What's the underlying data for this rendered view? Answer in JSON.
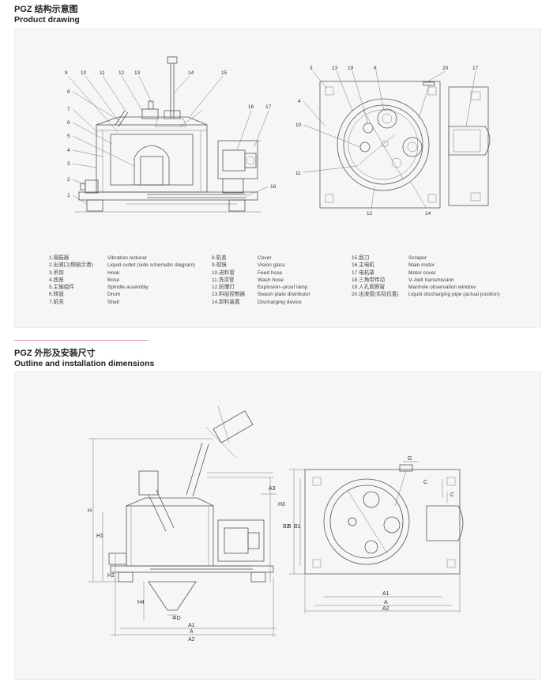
{
  "section1": {
    "title_cn": "PGZ 结构示意图",
    "title_en": "Product drawing"
  },
  "section2": {
    "title_cn": "PGZ 外形及安装尺寸",
    "title_en": "Outline and installation dimensions"
  },
  "front_view_numbers": [
    "1",
    "2",
    "3",
    "4",
    "5",
    "6",
    "7",
    "8",
    "9",
    "10",
    "11",
    "12",
    "13",
    "14",
    "15",
    "16",
    "17",
    "18"
  ],
  "top_view_numbers": [
    "3",
    "13",
    "19",
    "8",
    "20",
    "17",
    "4",
    "10",
    "11",
    "12",
    "14"
  ],
  "legend": [
    [
      {
        "cn": "1.隔振器",
        "en": "Vibration reducer"
      },
      {
        "cn": "2.出液口(侧剖示意)",
        "en": "Liquid outlet (side schematic diagram)"
      },
      {
        "cn": "3.吊钩",
        "en": "Hook"
      },
      {
        "cn": "4.底座",
        "en": "Bose"
      },
      {
        "cn": "5.主轴组件",
        "en": "Spindle assembly"
      },
      {
        "cn": "6.转鼓",
        "en": "Drum"
      },
      {
        "cn": "7.机壳",
        "en": "Shell"
      }
    ],
    [
      {
        "cn": "8.机盖",
        "en": "Cover"
      },
      {
        "cn": "9.视镜",
        "en": "Vision glass"
      },
      {
        "cn": "10.进料管",
        "en": "Feed hose"
      },
      {
        "cn": "11.洗涤管",
        "en": "Wash hose"
      },
      {
        "cn": "12.防爆灯",
        "en": "Explosion–proof lamp"
      },
      {
        "cn": "13.料层控制器",
        "en": "Swash plate distributor"
      },
      {
        "cn": "14.卸料装置",
        "en": "Discharging device"
      }
    ],
    [
      {
        "cn": "15.刮刀",
        "en": "Scraper"
      },
      {
        "cn": "16.主电机",
        "en": "Main motor"
      },
      {
        "cn": "17.电机罩",
        "en": "Motor cover"
      },
      {
        "cn": "18.三角带传动",
        "en": "V–belt transmission"
      },
      {
        "cn": "19.人孔观察窗",
        "en": "Manhole observation window"
      },
      {
        "cn": "20.出液管(实际位置)",
        "en": "Liquid discharging pipe (actual position)"
      }
    ]
  ],
  "dimension_labels": {
    "h": "H",
    "h1": "H1",
    "h2": "H2",
    "h3": "H3",
    "h4": "H4",
    "a3": "A3",
    "d": "ΦD",
    "a1": "A1",
    "a": "A",
    "a2": "A2",
    "b": "B",
    "b1": "B1",
    "b2": "B2",
    "c": "C",
    "g": "G"
  }
}
